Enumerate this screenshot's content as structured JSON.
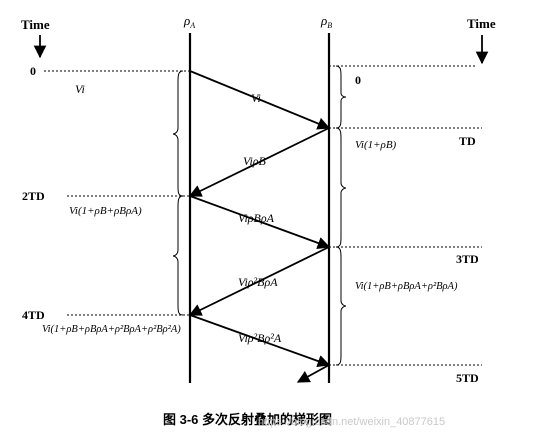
{
  "diagram": {
    "time_left": "Time",
    "time_right": "Time",
    "rho_a": "ρ",
    "rho_a_sub": "A",
    "rho_b": "ρ",
    "rho_b_sub": "B",
    "ticks_left": [
      "0",
      "2TD",
      "4TD"
    ],
    "ticks_right": [
      "0",
      "TD",
      "3TD",
      "5TD"
    ],
    "left_labels": {
      "v0": "Vi",
      "v2": "Vi(1+ρB+ρBρA)",
      "v4": "Vi(1+ρB+ρBρA+ρ²BρA+ρ²Bρ²A)"
    },
    "right_labels": {
      "v1": "Vi(1+ρB)",
      "v3": "Vi(1+ρB+ρBρA+ρ²BρA)"
    },
    "wave_labels": [
      "Vi",
      "ViρB",
      "ViρBρA",
      "Viρ²BρA",
      "Viρ²Bρ²A"
    ],
    "caption": "图 3-6   多次反射叠加的梯形图",
    "watermark": "https://blog.csdn.net/weixin_40877615"
  }
}
